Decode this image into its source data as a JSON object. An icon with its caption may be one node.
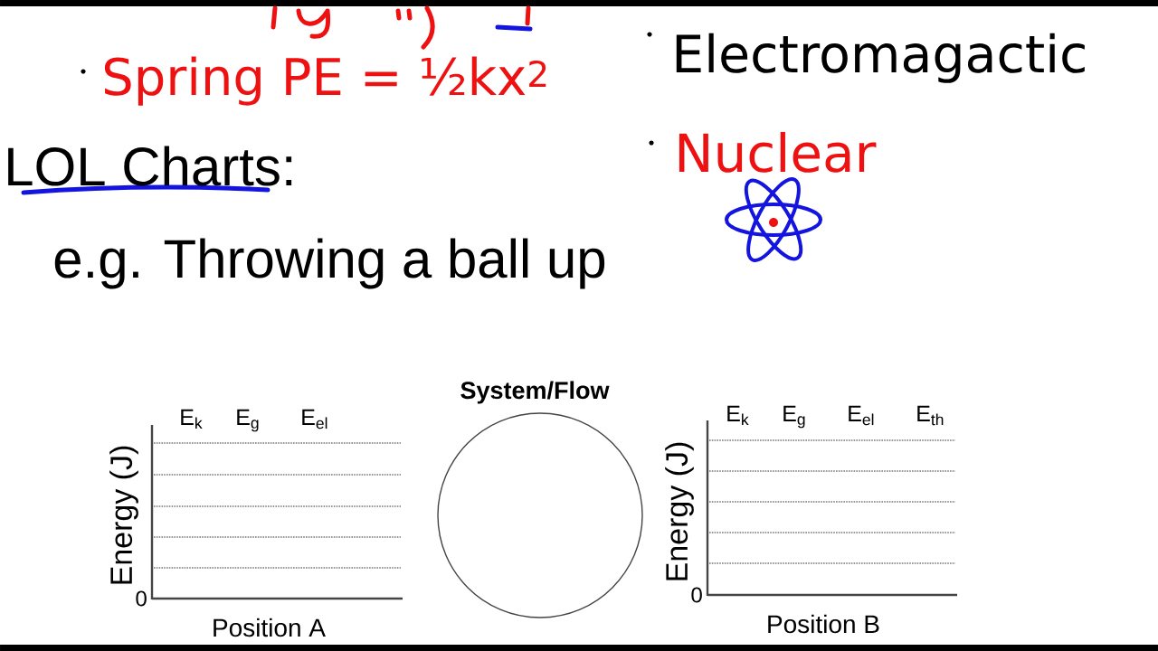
{
  "diagram": {
    "title": "LOL Charts:",
    "nodes": [
      {
        "text": [
          "System/Flow"
        ]
      }
    ],
    "labels": [
      "Spring PE = ½kx$^{2}$",
      "Electromagactic",
      "Nuclear",
      "e.g. Throwing a ball up",
      "E$_{k}$",
      "E$_{g}$",
      "E$_{el}$",
      "Energy (J)",
      "0",
      "Position A",
      "E$_{k}$",
      "E$_{g}$",
      "E$_{el}$",
      "E$_{th}$",
      "Energy (J)",
      "0",
      "Position B"
    ]
  }
}
